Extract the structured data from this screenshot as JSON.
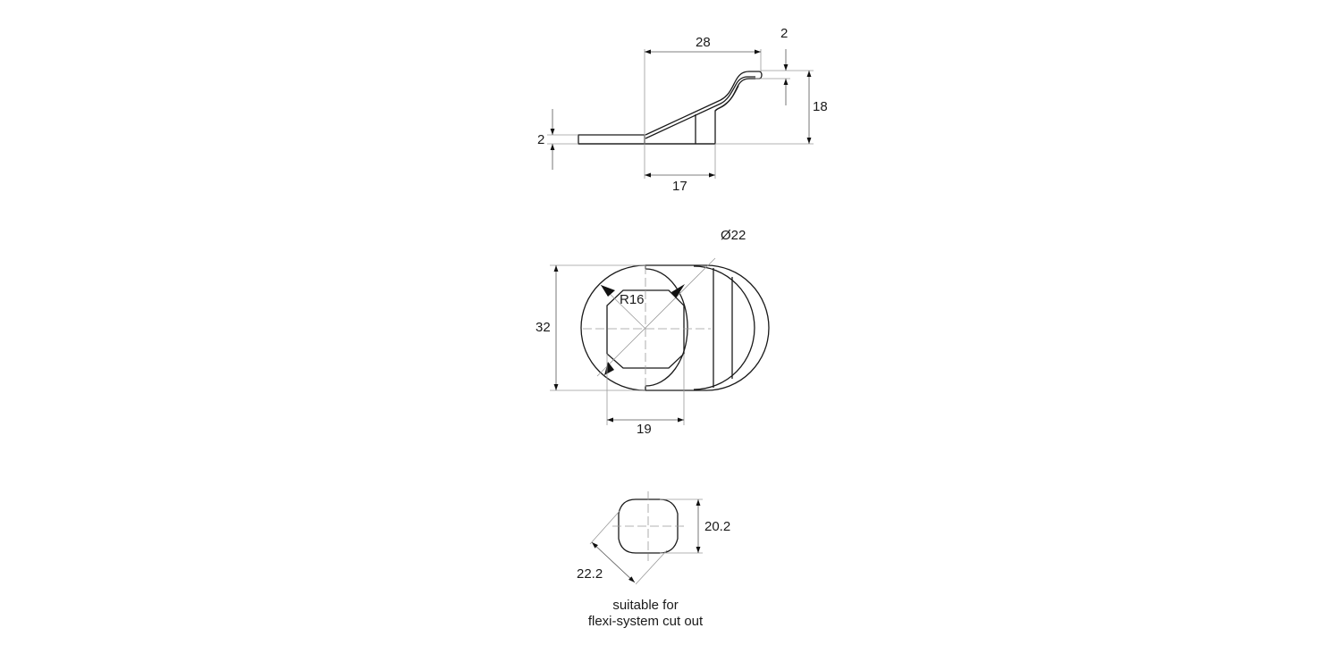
{
  "drawing": {
    "side_view": {
      "dimensions": {
        "slope_length": "28",
        "lip_thickness": "2",
        "total_height": "18",
        "base_thickness": "2",
        "base_width": "17"
      }
    },
    "front_view": {
      "dimensions": {
        "diameter": "Ø22",
        "radius": "R16",
        "height": "32",
        "width": "19"
      }
    },
    "cutout_view": {
      "dimensions": {
        "height": "20.2",
        "diagonal": "22.2"
      },
      "note_line1": "suitable for",
      "note_line2": "flexi-system cut out"
    }
  },
  "colors": {
    "background": "#ffffff",
    "outline": "#1a1a1a",
    "construction": "#9a9a9a"
  }
}
